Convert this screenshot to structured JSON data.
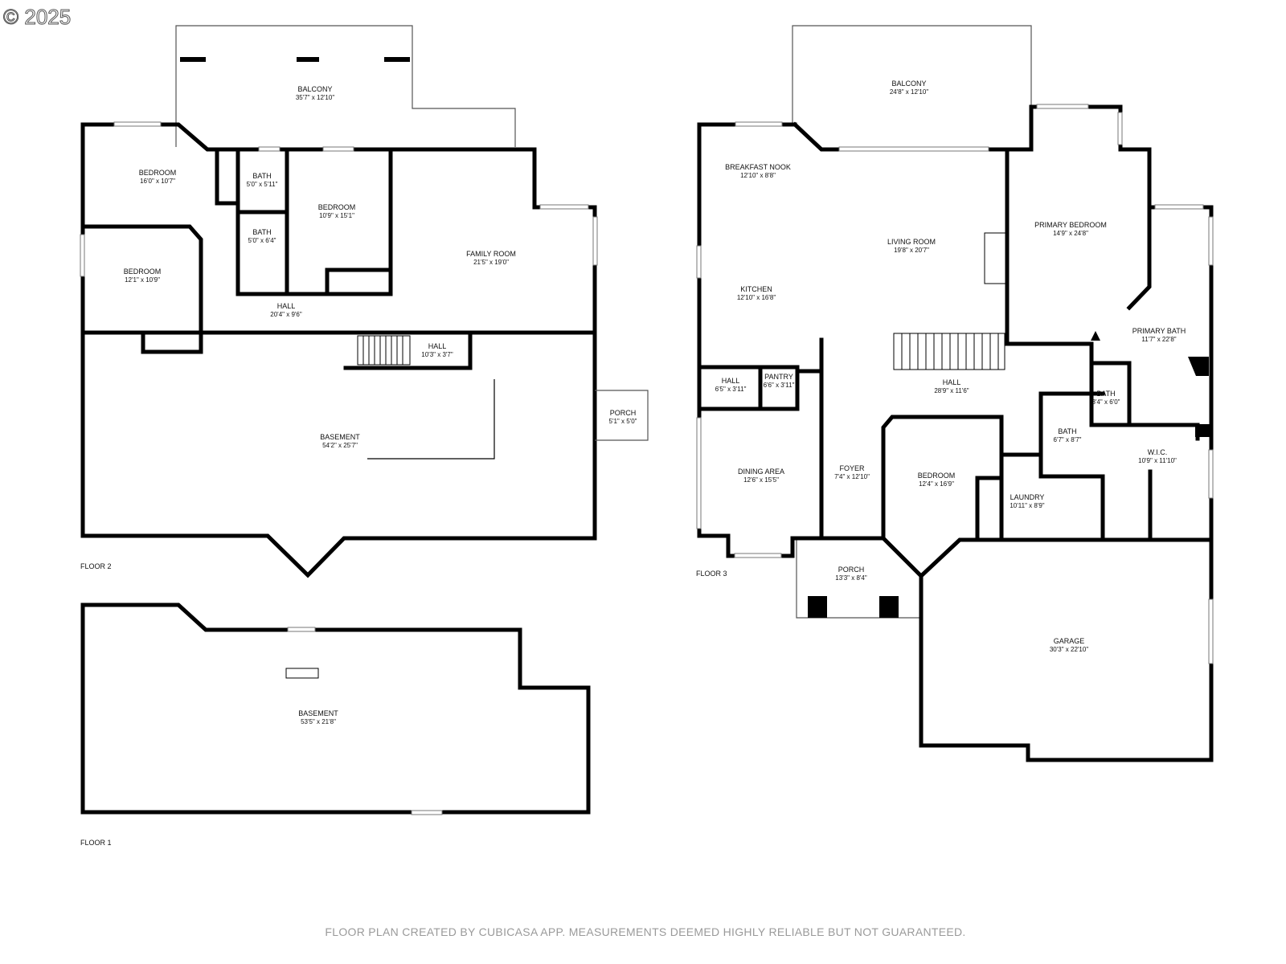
{
  "copyright": "© 2025",
  "footer": "FLOOR PLAN CREATED BY CUBICASA APP. MEASUREMENTS DEEMED HIGHLY RELIABLE BUT NOT GUARANTEED.",
  "floor2": {
    "label": "FLOOR 2",
    "rooms": {
      "balcony": {
        "name": "BALCONY",
        "dim": "35'7\" x 12'10\""
      },
      "bedroom_nw": {
        "name": "BEDROOM",
        "dim": "16'0\" x 10'7\""
      },
      "bath_1": {
        "name": "BATH",
        "dim": "5'0\" x 5'11\""
      },
      "bath_2": {
        "name": "BATH",
        "dim": "5'0\" x 6'4\""
      },
      "bedroom_mid": {
        "name": "BEDROOM",
        "dim": "10'9\" x 15'1\""
      },
      "family_room": {
        "name": "FAMILY ROOM",
        "dim": "21'5\" x 19'0\""
      },
      "bedroom_w": {
        "name": "BEDROOM",
        "dim": "12'1\" x 10'9\""
      },
      "hall_main": {
        "name": "HALL",
        "dim": "20'4\" x 9'6\""
      },
      "hall_stair": {
        "name": "HALL",
        "dim": "10'3\" x 3'7\""
      },
      "porch": {
        "name": "PORCH",
        "dim": "5'1\" x 5'0\""
      },
      "basement": {
        "name": "BASEMENT",
        "dim": "54'2\" x 25'7\""
      }
    }
  },
  "floor1": {
    "label": "FLOOR 1",
    "rooms": {
      "basement": {
        "name": "BASEMENT",
        "dim": "53'5\" x 21'8\""
      }
    }
  },
  "floor3": {
    "label": "FLOOR 3",
    "rooms": {
      "balcony": {
        "name": "BALCONY",
        "dim": "24'8\" x 12'10\""
      },
      "breakfast_nook": {
        "name": "BREAKFAST NOOK",
        "dim": "12'10\" x 8'8\""
      },
      "living_room": {
        "name": "LIVING ROOM",
        "dim": "19'8\" x 20'7\""
      },
      "primary_bedroom": {
        "name": "PRIMARY BEDROOM",
        "dim": "14'9\" x 24'8\""
      },
      "kitchen": {
        "name": "KITCHEN",
        "dim": "12'10\" x 16'8\""
      },
      "primary_bath": {
        "name": "PRIMARY BATH",
        "dim": "11'7\" x 22'8\""
      },
      "hall_small": {
        "name": "HALL",
        "dim": "6'5\" x 3'11\""
      },
      "pantry": {
        "name": "PANTRY",
        "dim": "6'6\" x 3'11\""
      },
      "hall_main": {
        "name": "HALL",
        "dim": "28'9\" x 11'6\""
      },
      "bath_small": {
        "name": "BATH",
        "dim": "3'4\" x 6'0\""
      },
      "bath": {
        "name": "BATH",
        "dim": "6'7\" x 8'7\""
      },
      "wic": {
        "name": "W.I.C.",
        "dim": "10'9\" x 11'10\""
      },
      "dining_area": {
        "name": "DINING AREA",
        "dim": "12'6\" x 15'5\""
      },
      "foyer": {
        "name": "FOYER",
        "dim": "7'4\" x 12'10\""
      },
      "bedroom": {
        "name": "BEDROOM",
        "dim": "12'4\" x 16'9\""
      },
      "laundry": {
        "name": "LAUNDRY",
        "dim": "10'11\" x 8'9\""
      },
      "porch": {
        "name": "PORCH",
        "dim": "13'3\" x 8'4\""
      },
      "garage": {
        "name": "GARAGE",
        "dim": "30'3\" x 22'10\""
      }
    }
  }
}
